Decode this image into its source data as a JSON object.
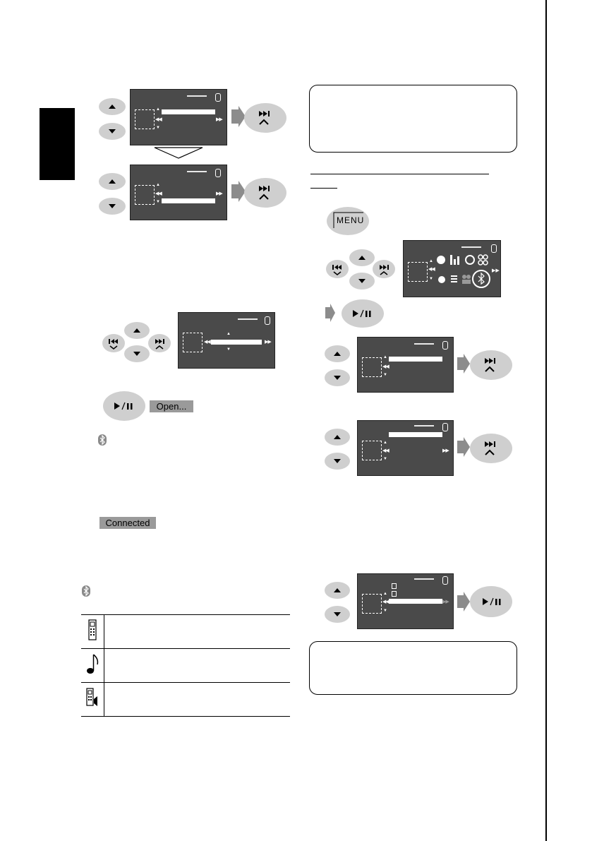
{
  "labels": {
    "open": "Open...",
    "connected": "Connected",
    "menu": "MENU"
  },
  "icons": {
    "bluetooth": "bluetooth-icon",
    "phone": "mobile-phone-icon",
    "music": "music-note-icon",
    "phone_music": "phone-audio-icon"
  },
  "colors": {
    "screen": "#4a4a4a",
    "button": "#cfcfcf",
    "arrow": "#8c8c8c",
    "label_bg": "#9a9a9a"
  }
}
